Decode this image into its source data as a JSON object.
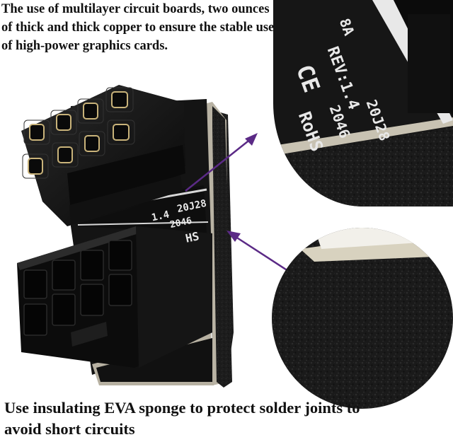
{
  "captions": {
    "top": "The use of multilayer circuit boards, two ounces of thick and thick copper to ensure the stable use of high-power graphics cards.",
    "bottom": "Use insulating EVA sponge to protect solder joints to avoid short circuits"
  },
  "board_markings": {
    "rev": "REV:1.4",
    "rev_partial": "1.4",
    "batch": "20J28",
    "code": "2046",
    "rohs": "RoHS",
    "rohs_partial": "HS",
    "current_partial": "8A",
    "ce_mark": "CE"
  },
  "colors": {
    "arrow": "#5b2a86",
    "pcb": "#151515",
    "sponge": "#1b1b1b",
    "connector": "#0d0d0d",
    "pin_gold": "#c9b37a"
  }
}
